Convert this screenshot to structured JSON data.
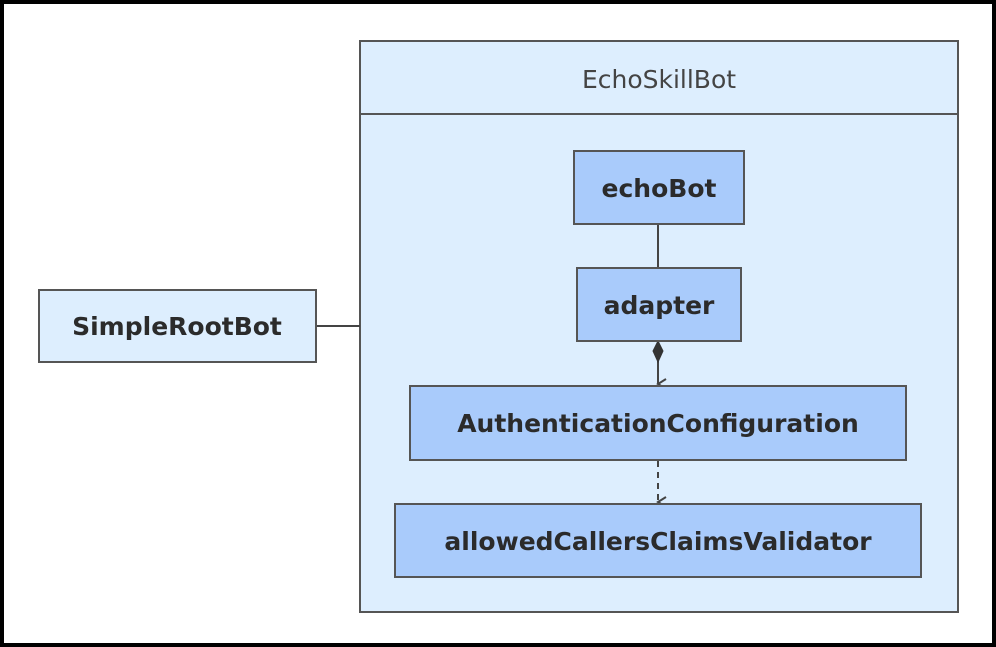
{
  "diagram": {
    "container": {
      "title": "EchoSkillBot"
    },
    "nodes": {
      "simple_root_bot": "SimpleRootBot",
      "echo_bot": "echoBot",
      "adapter": "adapter",
      "authentication_configuration": "AuthenticationConfiguration",
      "allowed_callers_claims_validator": "allowedCallersClaimsValidator"
    },
    "colors": {
      "container_fill": "#ddeefe",
      "node_fill": "#a9cbfb",
      "outer_node_fill": "#ddeefe",
      "stroke": "#555555",
      "frame": "#000000"
    }
  }
}
